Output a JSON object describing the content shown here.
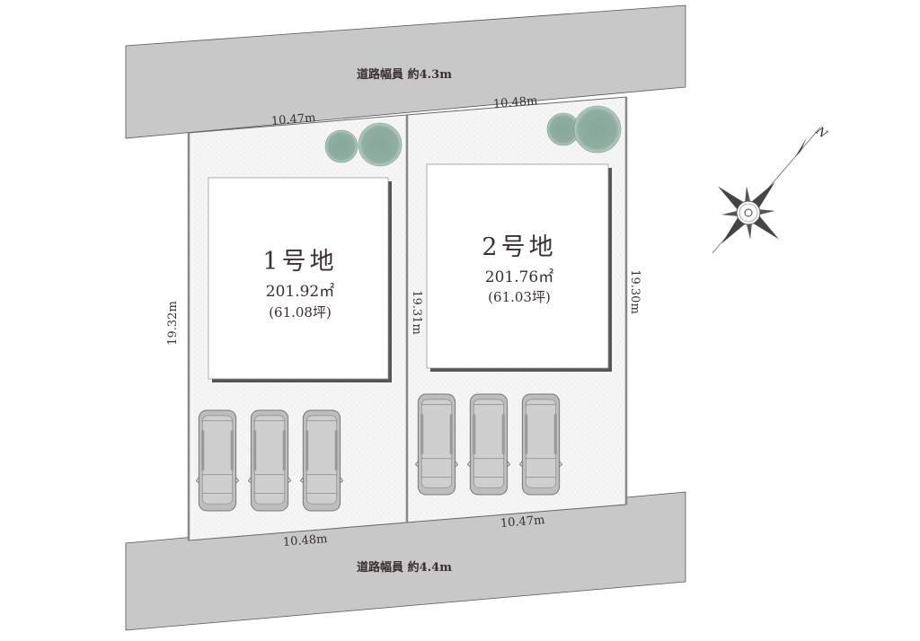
{
  "roads": {
    "north": "道路幅員 約4.3m",
    "south": "道路幅員 約4.4m"
  },
  "lots": [
    {
      "name": "1号地",
      "area": "201.92㎡",
      "tsubo": "(61.08坪)",
      "front": "10.47m",
      "back": "10.48m",
      "side": "19.32m"
    },
    {
      "name": "2号地",
      "area": "201.76㎡",
      "tsubo": "(61.03坪)",
      "front": "10.48m",
      "back": "10.47m",
      "side_left": "19.31m",
      "side_right": "19.30m"
    }
  ],
  "compass": {
    "label": "N"
  },
  "colors": {
    "road": "#c8c8c8",
    "lot": "#f4f4f4",
    "tree": "#7fa594",
    "text": "#3a3030"
  }
}
